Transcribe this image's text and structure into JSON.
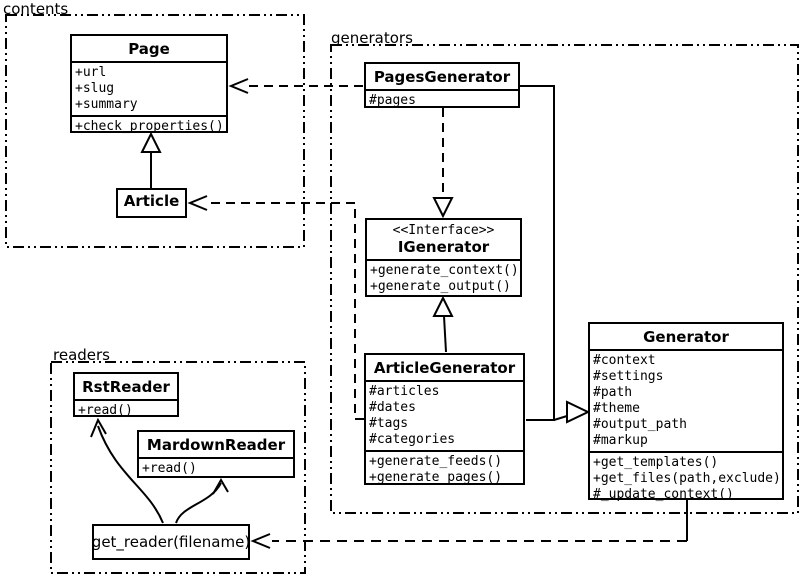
{
  "diagram_type": "uml-class-diagram",
  "colors": {
    "ink": "#000000",
    "paper": "#ffffff"
  },
  "packages": {
    "contents": {
      "label": "contents"
    },
    "generators": {
      "label": "generators"
    },
    "readers": {
      "label": "readers"
    }
  },
  "classes": {
    "page": {
      "name": "Page",
      "attributes": [
        "+url",
        "+slug",
        "+summary"
      ],
      "methods": [
        "+check_properties()"
      ]
    },
    "article": {
      "name": "Article"
    },
    "pages_generator": {
      "name": "PagesGenerator",
      "attributes": [
        "#pages"
      ]
    },
    "igenerator": {
      "stereotype": "<<Interface>>",
      "name": "IGenerator",
      "methods": [
        "+generate_context()",
        "+generate_output()"
      ]
    },
    "article_generator": {
      "name": "ArticleGenerator",
      "attributes": [
        "#articles",
        "#dates",
        "#tags",
        "#categories"
      ],
      "methods": [
        "+generate_feeds()",
        "+generate_pages()"
      ]
    },
    "generator": {
      "name": "Generator",
      "attributes": [
        "#context",
        "#settings",
        "#path",
        "#theme",
        "#output_path",
        "#markup"
      ],
      "methods": [
        "+get_templates()",
        "+get_files(path,exclude)",
        "#_update_context()"
      ]
    },
    "rst_reader": {
      "name": "RstReader",
      "methods": [
        "+read()"
      ]
    },
    "mardown_reader": {
      "name": "MardownReader",
      "methods": [
        "+read()"
      ]
    },
    "get_reader": {
      "name": "get_reader(filename)"
    }
  },
  "relationships": [
    {
      "from": "Article",
      "to": "Page",
      "type": "generalization"
    },
    {
      "from": "PagesGenerator",
      "to": "Page",
      "type": "dependency"
    },
    {
      "from": "ArticleGenerator",
      "to": "Article",
      "type": "dependency"
    },
    {
      "from": "PagesGenerator",
      "to": "IGenerator",
      "type": "realization"
    },
    {
      "from": "ArticleGenerator",
      "to": "IGenerator",
      "type": "realization"
    },
    {
      "from": "PagesGenerator",
      "to": "Generator",
      "type": "generalization"
    },
    {
      "from": "ArticleGenerator",
      "to": "Generator",
      "type": "generalization"
    },
    {
      "from": "Generator",
      "to": "get_reader(filename)",
      "type": "dependency"
    },
    {
      "from": "get_reader(filename)",
      "to": "RstReader",
      "type": "dependency"
    },
    {
      "from": "get_reader(filename)",
      "to": "MardownReader",
      "type": "dependency"
    }
  ]
}
